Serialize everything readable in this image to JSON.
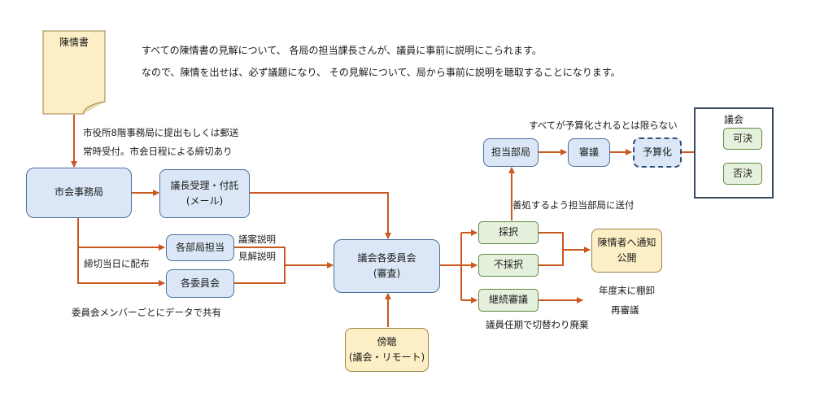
{
  "header": {
    "line1": "すべての陳情書の見解について、 各局の担当課長さんが、議員に事前に説明にこられます。",
    "line2": "なので、陳情を出せば、必ず議題になり、 その見解について、局から事前に説明を聴取することになります。"
  },
  "nodes": {
    "petition": "陳情書",
    "secretariat": "市会事務局",
    "chair_line1": "議長受理・付託",
    "chair_line2": "(メール)",
    "dept_staff": "各部局担当",
    "each_committee": "各委員会",
    "committee_line1": "議会各委員会",
    "committee_line2": "(審査)",
    "public_line1": "傍聴",
    "public_line2": "(議会・リモート)",
    "adopt": "採択",
    "reject": "不採択",
    "continue": "継続審議",
    "dept": "担当部局",
    "review": "審議",
    "budget": "予算化",
    "notify_line1": "陳情者へ通知",
    "notify_line2": "公開",
    "assembly": "議会",
    "approve": "可決",
    "deny": "否決"
  },
  "labels": {
    "submit1": "市役所8階事務局に提出もしくは郵送",
    "submit2": "常時受付。市会日程による締切あり",
    "distribute": "締切当日に配布",
    "share": "委員会メンバーごとにデータで共有",
    "explain1": "議案説明",
    "explain2": "見解説明",
    "send": "善処するよう担当部局に送付",
    "not_all": "すべてが予算化されるとは限らない",
    "shelve1": "年度末に棚卸",
    "shelve2": "再審議",
    "discard": "議員任期で切替わり廃棄"
  },
  "colors": {
    "arrow": "#c9591f",
    "blue_fill": "#dbe7f6",
    "green_fill": "#e6f1dd",
    "yellow_fill": "#fcefc5"
  }
}
